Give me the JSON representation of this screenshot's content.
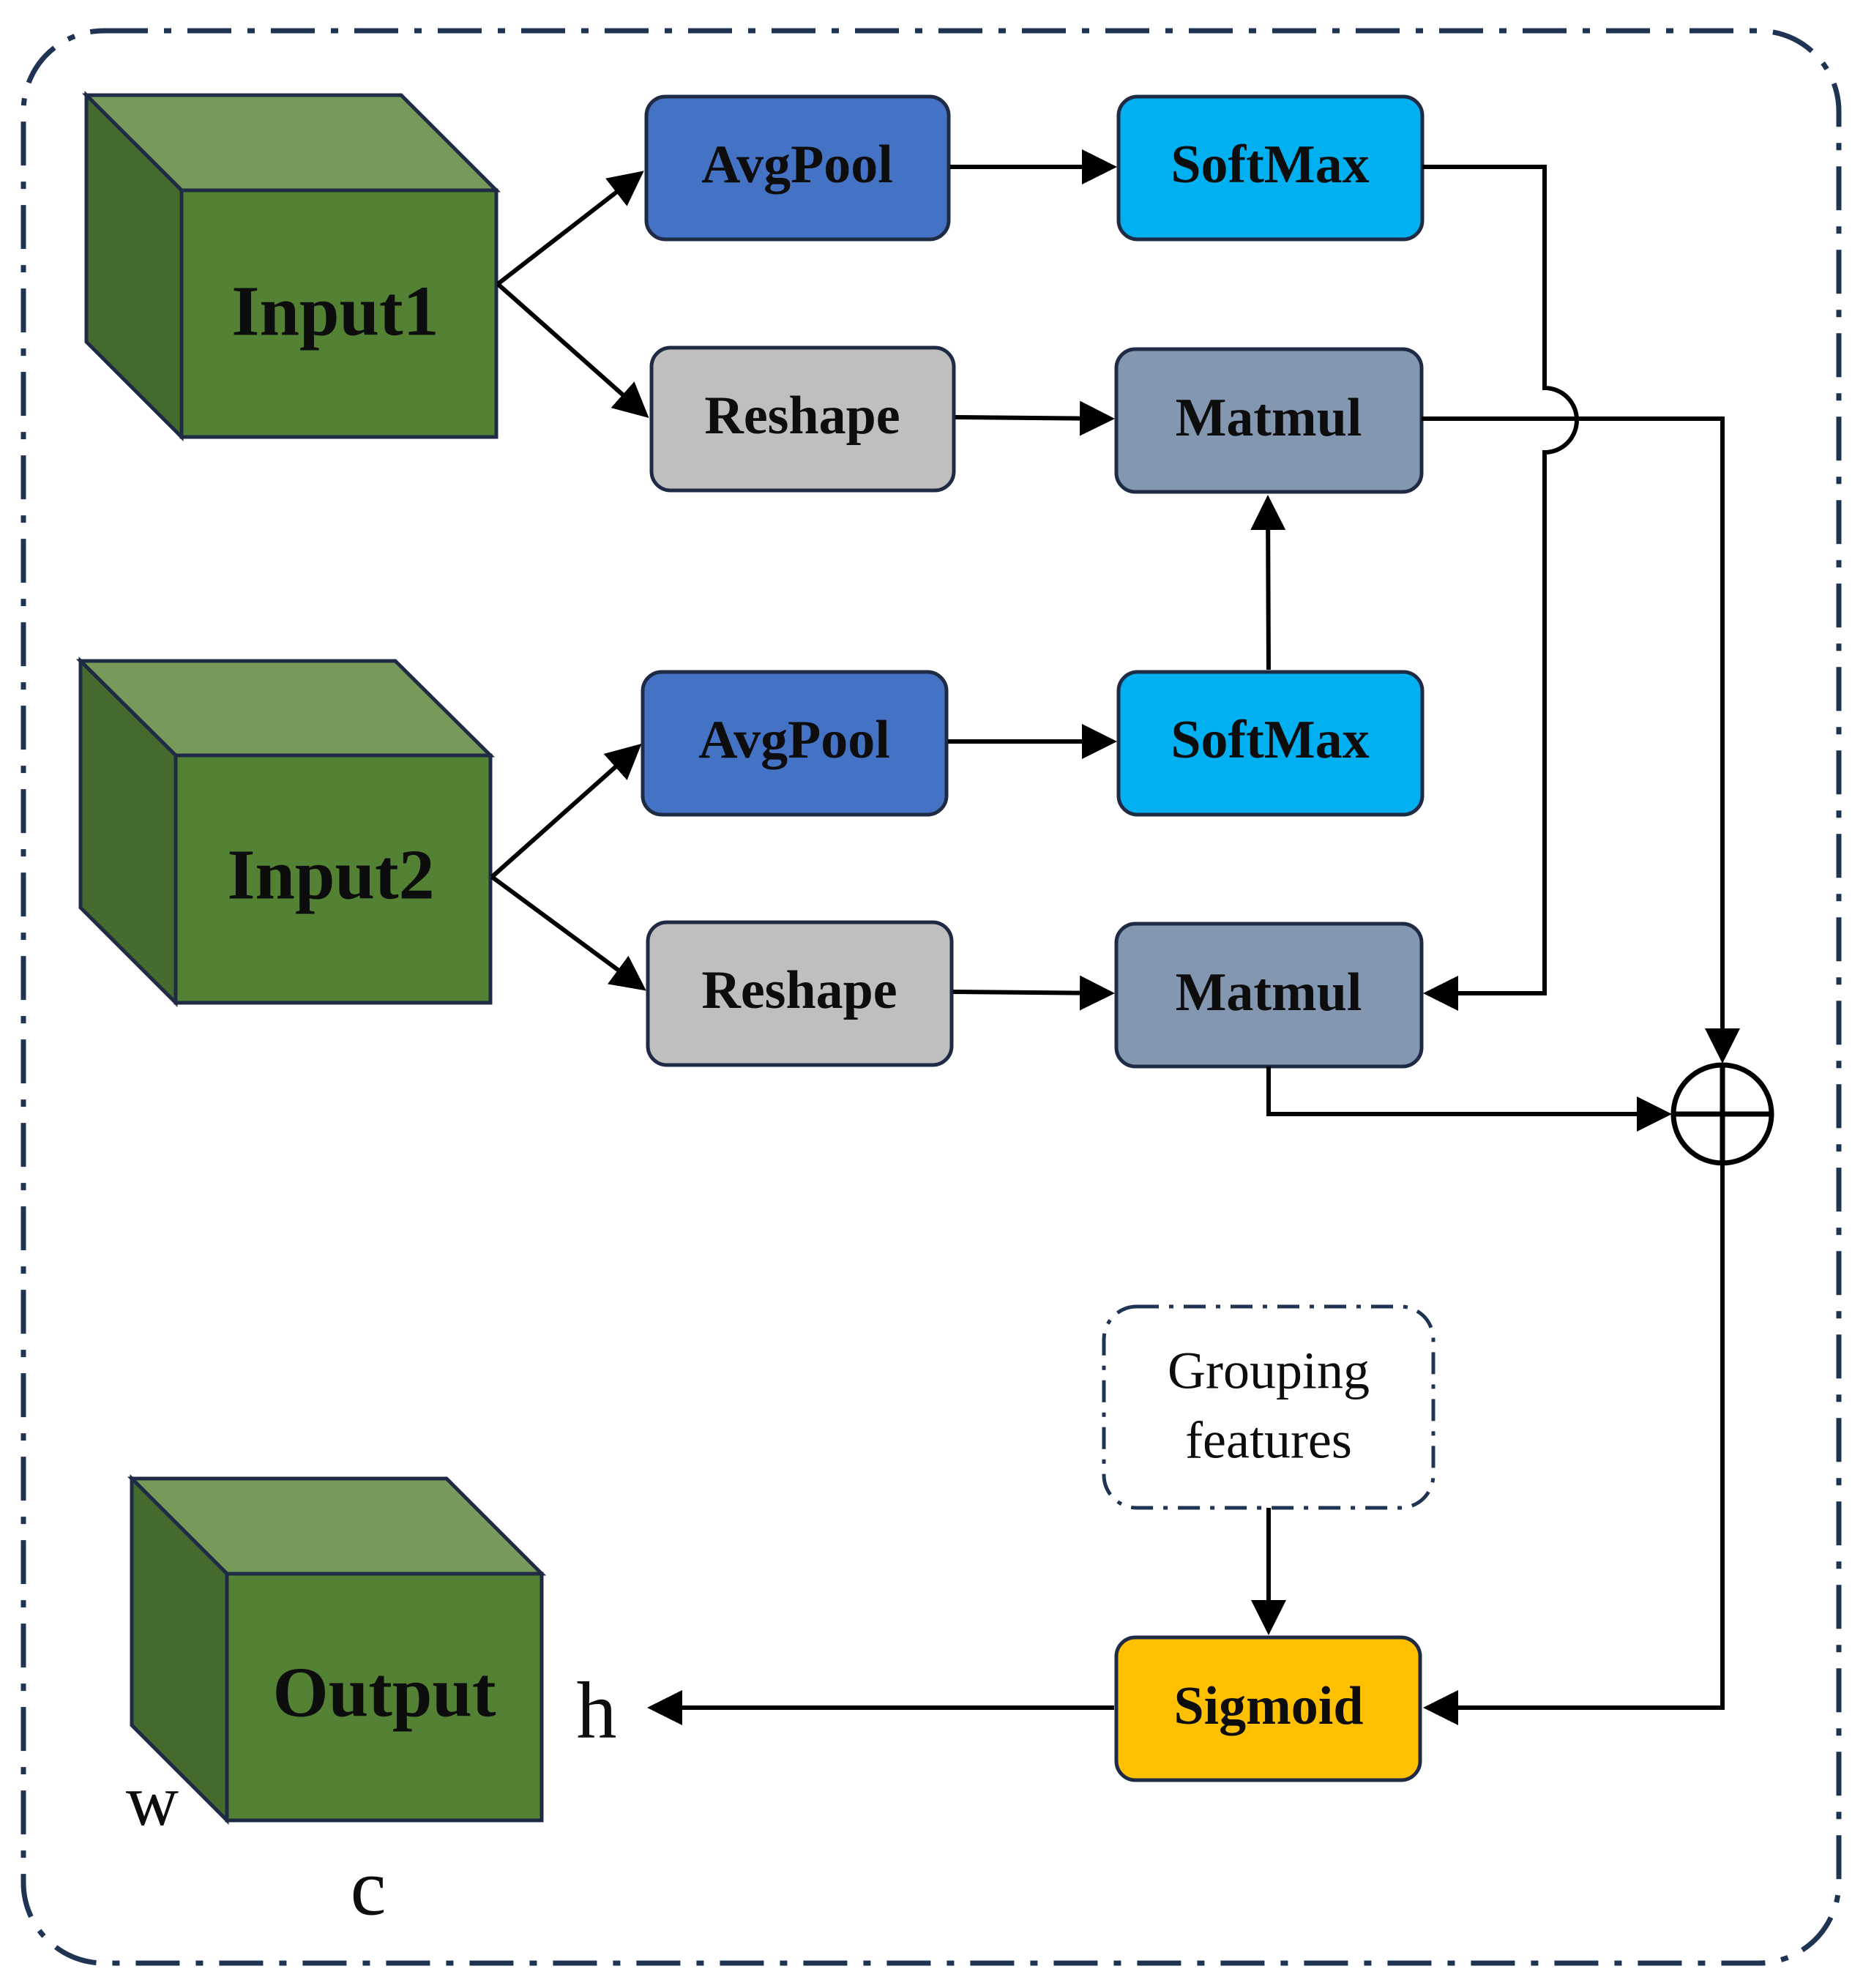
{
  "colors": {
    "avgpool": "#4472c4",
    "softmax": "#00b0f0",
    "reshape": "#bfbfbf",
    "matmul": "#8497b0",
    "sigmoid": "#ffc000",
    "cube_front": "#548235",
    "cube_top": "#77995a",
    "cube_side": "#456a2d",
    "box_border": "#1f2b44",
    "frame_border": "#1f3453"
  },
  "inputs": {
    "input1": "Input1",
    "input2": "Input2"
  },
  "branch1": {
    "avgpool": "AvgPool",
    "softmax": "SoftMax",
    "reshape": "Reshape",
    "matmul": "Matmul"
  },
  "branch2": {
    "avgpool": "AvgPool",
    "softmax": "SoftMax",
    "reshape": "Reshape",
    "matmul": "Matmul"
  },
  "grouping": {
    "line1": "Grouping",
    "line2": "features"
  },
  "sigmoid": "Sigmoid",
  "output": {
    "label": "Output",
    "dim_h": "h",
    "dim_w": "w",
    "dim_c": "c"
  }
}
